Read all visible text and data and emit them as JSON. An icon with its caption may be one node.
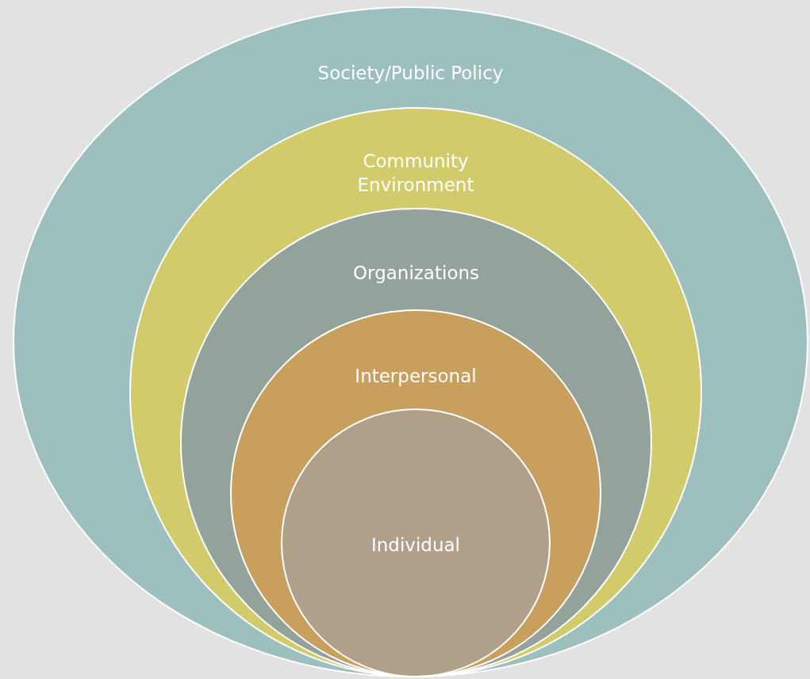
{
  "diagram": {
    "nodes": [
      {
        "text": [
          "Society/Public Policy"
        ]
      },
      {
        "text": [
          "Community Environment"
        ],
        "in": 0
      },
      {
        "text": [
          "Organizations"
        ],
        "in": 1
      },
      {
        "text": [
          "Interpersonal"
        ],
        "in": 2
      },
      {
        "text": [
          "Individual"
        ],
        "in": 3
      }
    ]
  }
}
